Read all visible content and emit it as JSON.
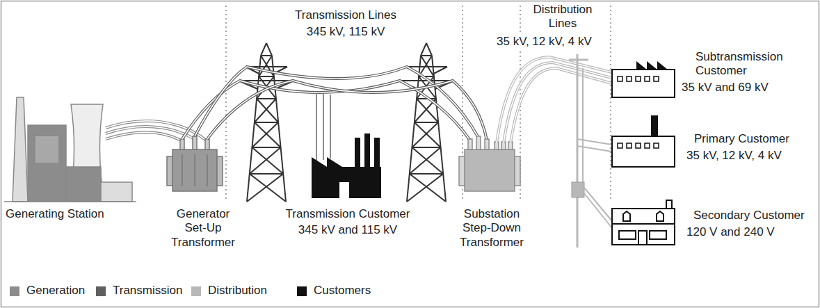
{
  "diagram": {
    "labels": [
      "Transmission Lines",
      "345 kV, 115 kV",
      "Distribution Lines",
      "35 kV, 12 kV, 4 kV",
      "Subtransmission Customer",
      "35 kV and 69 kV",
      "Primary Customer",
      "35 kV, 12 kV, 4 kV",
      "Secondary Customer",
      "120 V and 240 V",
      "Generating Station",
      "Generator Set-Up Transformer",
      "Transmission Customer",
      "345 kV and 115 kV",
      "Substation Step-Down Transformer"
    ],
    "legend": [
      {
        "text": "Generation",
        "color": "#8c8c8c"
      },
      {
        "text": "Transmission",
        "color": "#5f5f5f"
      },
      {
        "text": "Distribution",
        "color": "#b8b8b8"
      },
      {
        "text": "Customers",
        "color": "#111111"
      }
    ]
  }
}
